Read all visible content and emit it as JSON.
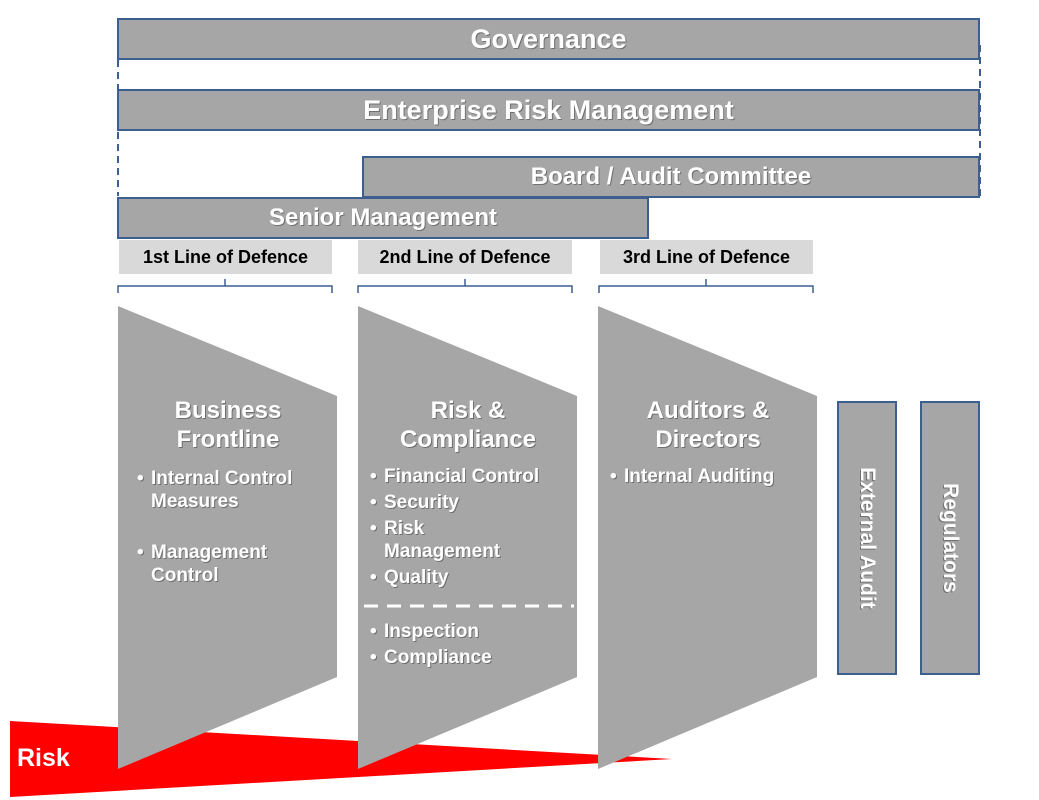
{
  "governance": {
    "label": "Governance"
  },
  "erm": {
    "label": "Enterprise Risk Management"
  },
  "board": {
    "label": "Board / Audit Committee"
  },
  "senior": {
    "label": "Senior Management"
  },
  "lines": [
    {
      "label": "1st Line of Defence"
    },
    {
      "label": "2nd Line of Defence"
    },
    {
      "label": "3rd Line of Defence"
    }
  ],
  "columns": [
    {
      "title_line1": "Business",
      "title_line2": "Frontline",
      "items": [
        "Internal Control Measures",
        "Management Control"
      ]
    },
    {
      "title_line1": "Risk &",
      "title_line2": "Compliance",
      "items": [
        "Financial Control",
        "Security",
        "Risk Management",
        "Quality"
      ],
      "items_after_divider": [
        "Inspection",
        "Compliance"
      ]
    },
    {
      "title_line1": "Auditors &",
      "title_line2": "Directors",
      "items": [
        "Internal Auditing"
      ]
    }
  ],
  "external": {
    "external_audit": "External Audit",
    "regulators": "Regulators"
  },
  "risk": {
    "label": "Risk"
  },
  "colors": {
    "box_fill": "#a6a6a6",
    "border": "#3d5f8f",
    "lod_fill": "#d9d9d9",
    "risk": "#ff0000"
  }
}
